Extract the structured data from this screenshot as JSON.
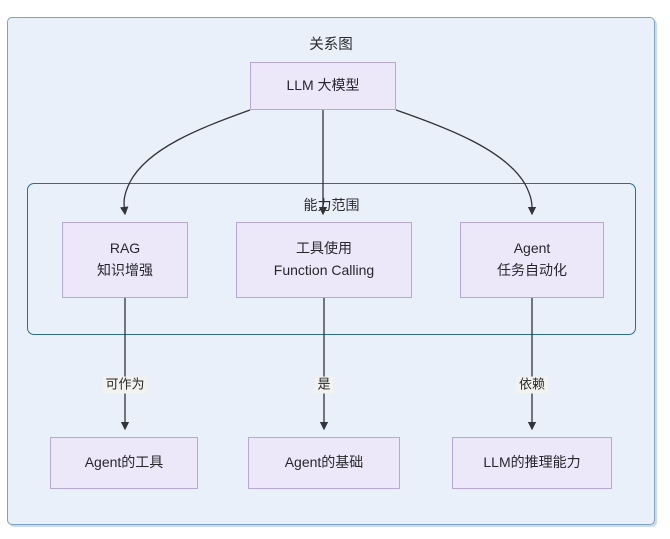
{
  "diagram": {
    "title": "关系图",
    "subgraph_title": "能力范围",
    "nodes": {
      "llm": {
        "line1": "LLM 大模型"
      },
      "rag": {
        "line1": "RAG",
        "line2": "知识增强"
      },
      "tool": {
        "line1": "工具使用",
        "line2": "Function Calling"
      },
      "agent": {
        "line1": "Agent",
        "line2": "任务自动化"
      },
      "agent_tool": {
        "line1": "Agent的工具"
      },
      "agent_base": {
        "line1": "Agent的基础"
      },
      "llm_reason": {
        "line1": "LLM的推理能力"
      }
    },
    "edge_labels": {
      "rag_to_agent_tool": "可作为",
      "tool_to_agent_base": "是",
      "agent_to_llm_reason": "依赖"
    },
    "colors": {
      "cluster_fill": "#e9f0f9",
      "cluster_border_outer": "#7ba3c6",
      "cluster_border_inner": "#2d6b92",
      "node_fill": "#ece8f9",
      "node_border": "#b8a7d9",
      "edge_stroke": "#333338",
      "label_fill": "#f2f2ef",
      "text": "#27272b"
    }
  }
}
